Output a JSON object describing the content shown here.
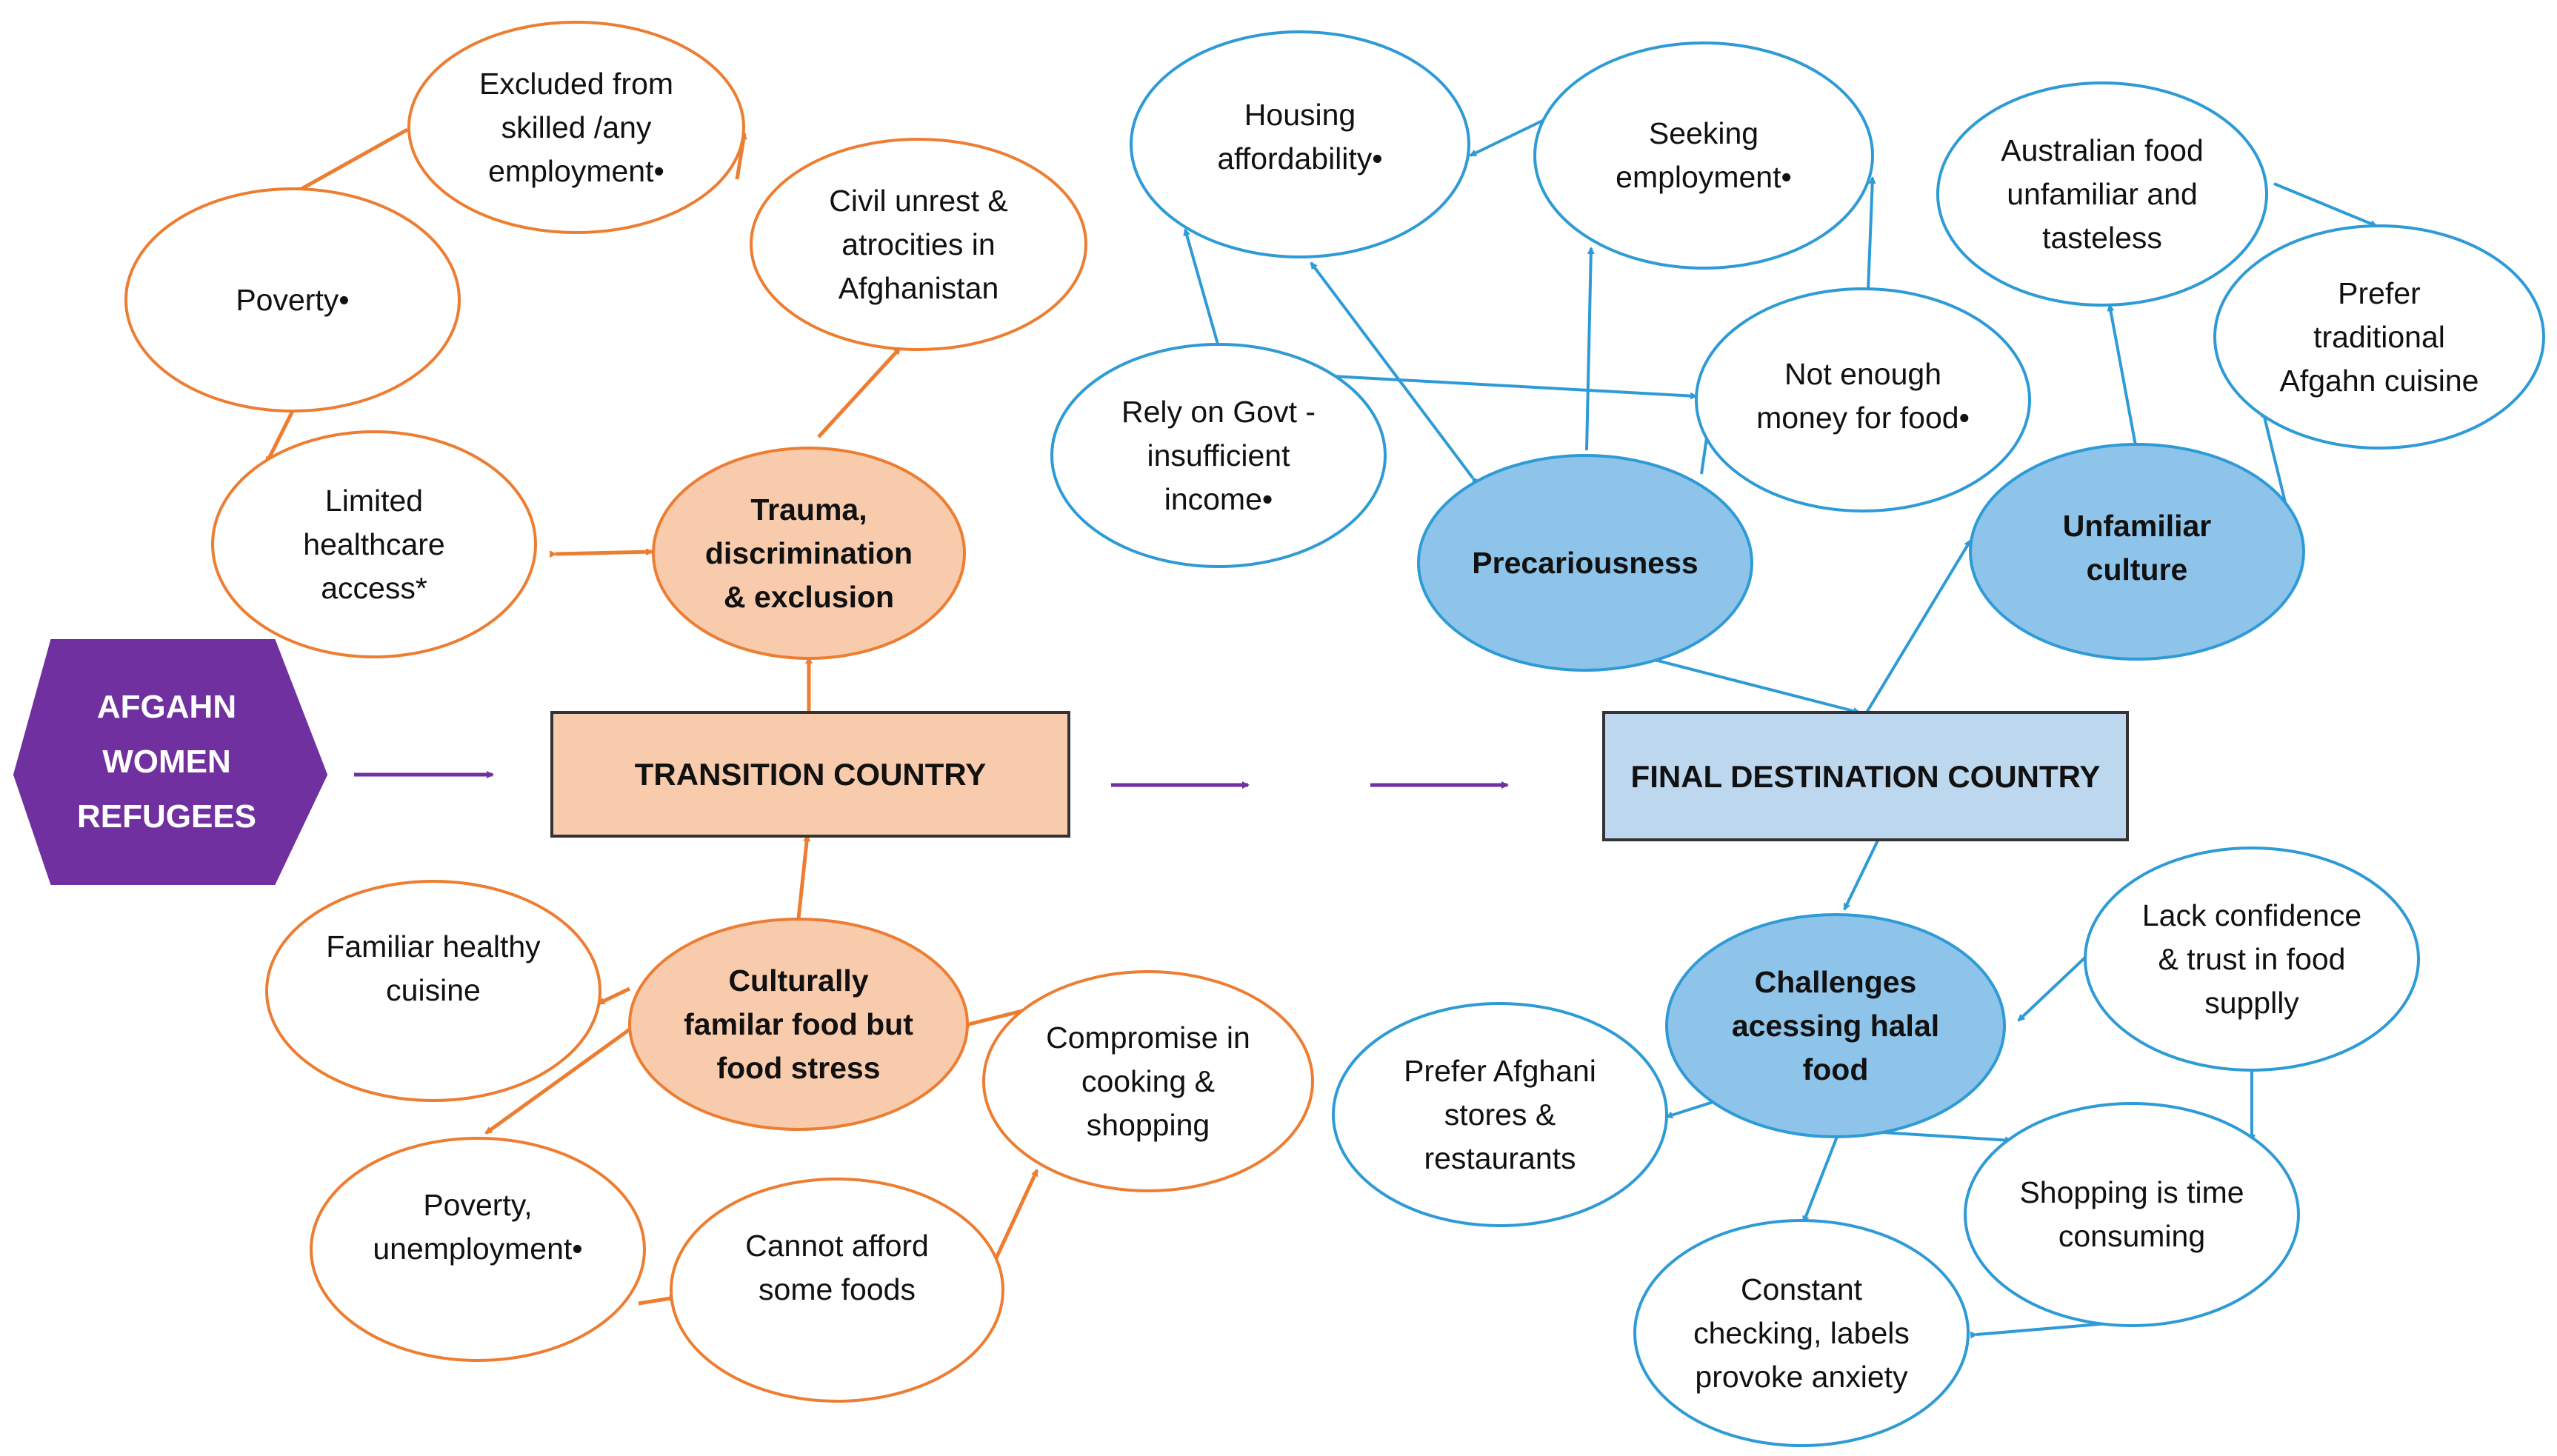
{
  "colors": {
    "orange_stroke": "#ED7D31",
    "orange_fill": "#F8CBAD",
    "blue_stroke": "#2E9BD6",
    "blue_fill": "#8EC3EA",
    "blue_box_fill": "#BDD7EE",
    "box_stroke": "#333333",
    "purple": "#7030A0"
  },
  "start": {
    "label": "AFGAHN\nWOMEN\nREFUGEES"
  },
  "transition": {
    "box_label": "TRANSITION  COUNTRY",
    "trauma": "Trauma,\ndiscrimination\n& exclusion",
    "civil_unrest": "Civil unrest &\natrocities in\nAfghanistan",
    "excluded_employment": "Excluded from\nskilled /any\nemployment•",
    "poverty": "Poverty•",
    "limited_healthcare": "Limited\nhealthcare\naccess*",
    "culturally_familiar": "Culturally\nfamilar food but\nfood stress",
    "familiar_cuisine": "Familiar healthy\ncuisine",
    "poverty_unemployment": "Poverty,\nunemployment•",
    "cannot_afford": "Cannot afford\nsome foods",
    "compromise": "Compromise in\ncooking &\nshopping"
  },
  "destination": {
    "box_label": "FINAL DESTINATION  COUNTRY",
    "housing": "Housing\naffordability•",
    "seeking_employment": "Seeking\nemployment•",
    "rely_govt": "Rely on Govt -\ninsufficient\nincome•",
    "not_enough_money": "Not enough\nmoney for food•",
    "precariousness": "Precariousness",
    "australian_food": "Australian food\nunfamiliar and\ntasteless",
    "prefer_traditional": "Prefer\ntraditional\nAfgahn cuisine",
    "unfamiliar_culture": "Unfamiliar\nculture",
    "challenges_halal": "Challenges\nacessing halal\nfood",
    "lack_confidence": "Lack confidence\n& trust in food\nsupplly",
    "prefer_afghani": "Prefer Afghani\nstores &\nrestaurants",
    "shopping_time": "Shopping is time\nconsuming",
    "constant_checking": "Constant\nchecking, labels\nprovoke anxiety"
  }
}
